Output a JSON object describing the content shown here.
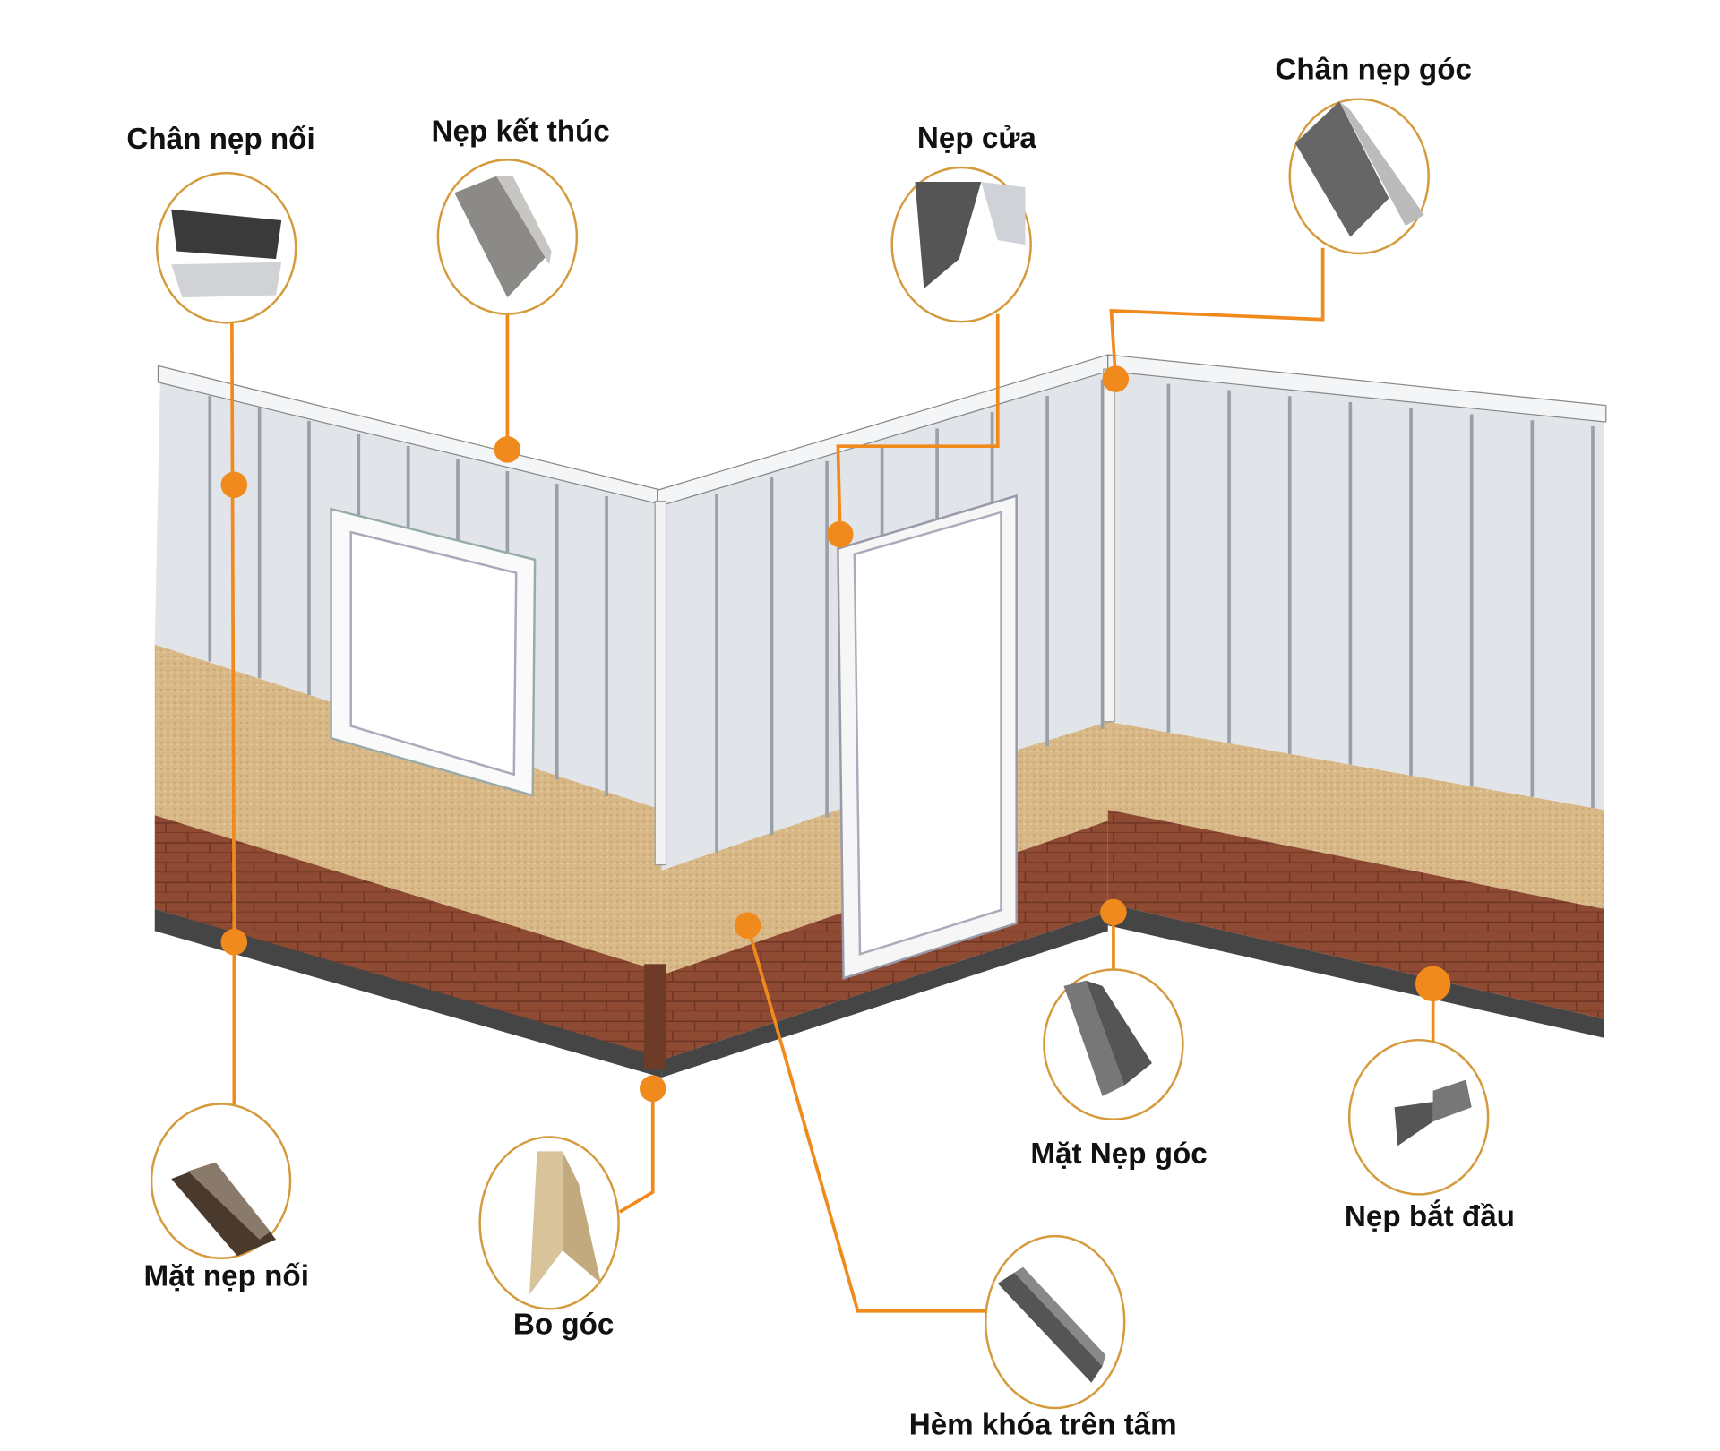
{
  "diagram": {
    "callouts": [
      {
        "id": "chan-nep-noi",
        "label": "Chân nẹp nối"
      },
      {
        "id": "nep-ket-thuc",
        "label": "Nẹp kết thúc"
      },
      {
        "id": "nep-cua",
        "label": "Nẹp cửa"
      },
      {
        "id": "chan-nep-goc",
        "label": "Chân nẹp góc"
      },
      {
        "id": "mat-nep-noi",
        "label": "Mặt nẹp nối"
      },
      {
        "id": "bo-goc",
        "label": "Bo góc"
      },
      {
        "id": "hem-khoa-tren-tam",
        "label": "Hèm khóa trên tấm"
      },
      {
        "id": "mat-nep-goc",
        "label": "Mặt Nẹp góc"
      },
      {
        "id": "nep-bat-dau",
        "label": "Nẹp bắt đầu"
      }
    ],
    "colors": {
      "accent": "#f08a1c",
      "ring": "#d49a3c",
      "panel": "#dfe3e8",
      "stucco": "#d9b887",
      "brick": "#8e4a33",
      "baseboard": "#444444"
    }
  }
}
